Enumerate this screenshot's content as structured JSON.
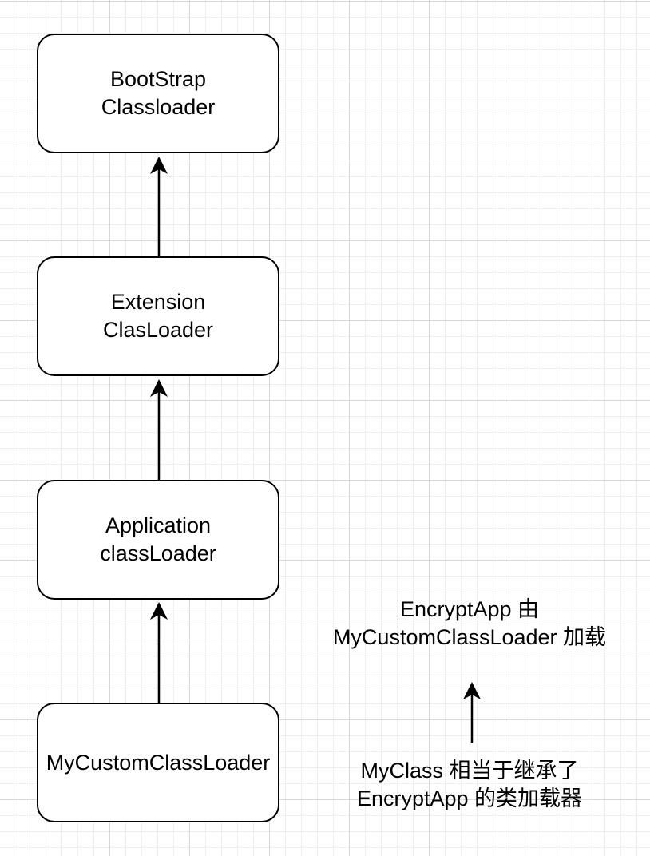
{
  "nodes": {
    "bootstrap": {
      "line1": "BootStrap",
      "line2": "Classloader"
    },
    "extension": {
      "line1": "Extension",
      "line2": "ClasLoader"
    },
    "application": {
      "line1": "Application",
      "line2": "classLoader"
    },
    "custom": {
      "line1": "MyCustomClassLoader"
    }
  },
  "annotations": {
    "encrypt": {
      "line1": "EncryptApp 由",
      "line2": "MyCustomClassLoader 加载"
    },
    "myclass": {
      "line1": "MyClass 相当于继承了",
      "line2": "EncryptApp 的类加载器"
    }
  },
  "edges": [
    {
      "from": "custom",
      "to": "application"
    },
    {
      "from": "application",
      "to": "extension"
    },
    {
      "from": "extension",
      "to": "bootstrap"
    },
    {
      "from": "annotation-myclass",
      "to": "annotation-encrypt"
    }
  ],
  "colors": {
    "stroke": "#000000",
    "grid_major": "#d8d8d8",
    "grid_minor": "#f0f0f0"
  }
}
